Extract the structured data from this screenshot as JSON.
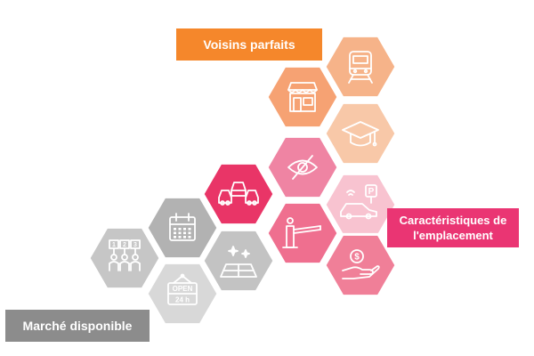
{
  "labels": {
    "top": "Voisins parfaits",
    "right": "Caractéristiques de l'emplacement",
    "bottom": "Marché disponible"
  },
  "colors": {
    "top_label": "#f5872b",
    "right_label": "#ea3573",
    "bottom_label": "#8c8c8c"
  },
  "hexagons": [
    {
      "name": "train-hex",
      "icon": "train-icon",
      "color": "#f6b389"
    },
    {
      "name": "shop-hex",
      "icon": "shop-icon",
      "color": "#f6a273"
    },
    {
      "name": "graduation-cap-hex",
      "icon": "graduation-cap-icon",
      "color": "#f8c8a8"
    },
    {
      "name": "visibility-hex",
      "icon": "eye-off-icon",
      "color": "#ef84a3"
    },
    {
      "name": "traffic-hex",
      "icon": "traffic-cars-icon",
      "color": "#e93567"
    },
    {
      "name": "parking-hex",
      "icon": "parking-car-icon",
      "color": "#f8c3d0"
    },
    {
      "name": "barrier-hex",
      "icon": "parking-barrier-icon",
      "color": "#ef6f8f"
    },
    {
      "name": "money-hand-hex",
      "icon": "money-hand-icon",
      "color": "#f07f98"
    },
    {
      "name": "calendar-hex",
      "icon": "calendar-icon",
      "color": "#b2b2b2"
    },
    {
      "name": "crowd-hex",
      "icon": "crowd-icon",
      "color": "#c6c6c6"
    },
    {
      "name": "floor-space-hex",
      "icon": "floor-space-icon",
      "color": "#c3c3c3"
    },
    {
      "name": "open-24h-hex",
      "icon": "open-24h-icon",
      "color": "#d8d8d8"
    }
  ],
  "open_sign": {
    "line1": "OPEN",
    "line2": "24 h"
  },
  "parking_sign": "P",
  "coin_symbol": "$",
  "crowd_signs": [
    "1",
    "2",
    "3"
  ]
}
